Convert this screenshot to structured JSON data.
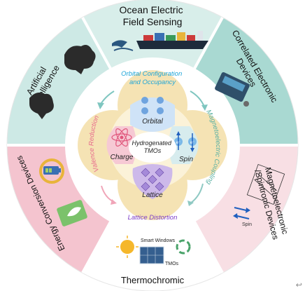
{
  "title": "Hydrogenated TMOs",
  "colors": {
    "teal_light": "#cde9e5",
    "teal": "#a9d9d2",
    "pink_light": "#f8dfe4",
    "pink": "#f1b6c3",
    "cream": "#fbf2d8",
    "cream_dark": "#f5e3b4",
    "blue_text": "#1ea5d8",
    "pink_text": "#e76a8d",
    "purple_text": "#7c3cc7",
    "teal_text": "#59b0a3",
    "center_blue": "#5a9ce8"
  },
  "outer": {
    "top": "Ocean Electric\nField Sensing",
    "top_right": "Correlated Electronic\nDevices",
    "right": "Magnetoelectronic\n/Spintronic Devices",
    "bottom": "Thermochromic",
    "left": "Energy Conversion Devices",
    "top_left": "Artificial\nIntelligence"
  },
  "inner": {
    "top_arc": "Orbital Configuration\nand Occupancy",
    "bottom_arc": "Lattice Distortion",
    "left_arc": "Valence Reduction",
    "right_arc": "Magnetoelectric Coupling"
  },
  "lobes": {
    "orbital": "Orbital",
    "charge": "Charge",
    "spin": "Spin",
    "lattice": "Lattice",
    "spin_up": "e⁻",
    "spin_down": "e⁻"
  },
  "thermo": {
    "smart_windows": "Smart Windows",
    "tmos": "TMOs"
  },
  "spin_label": "Spin",
  "corner_glyph": "↩"
}
